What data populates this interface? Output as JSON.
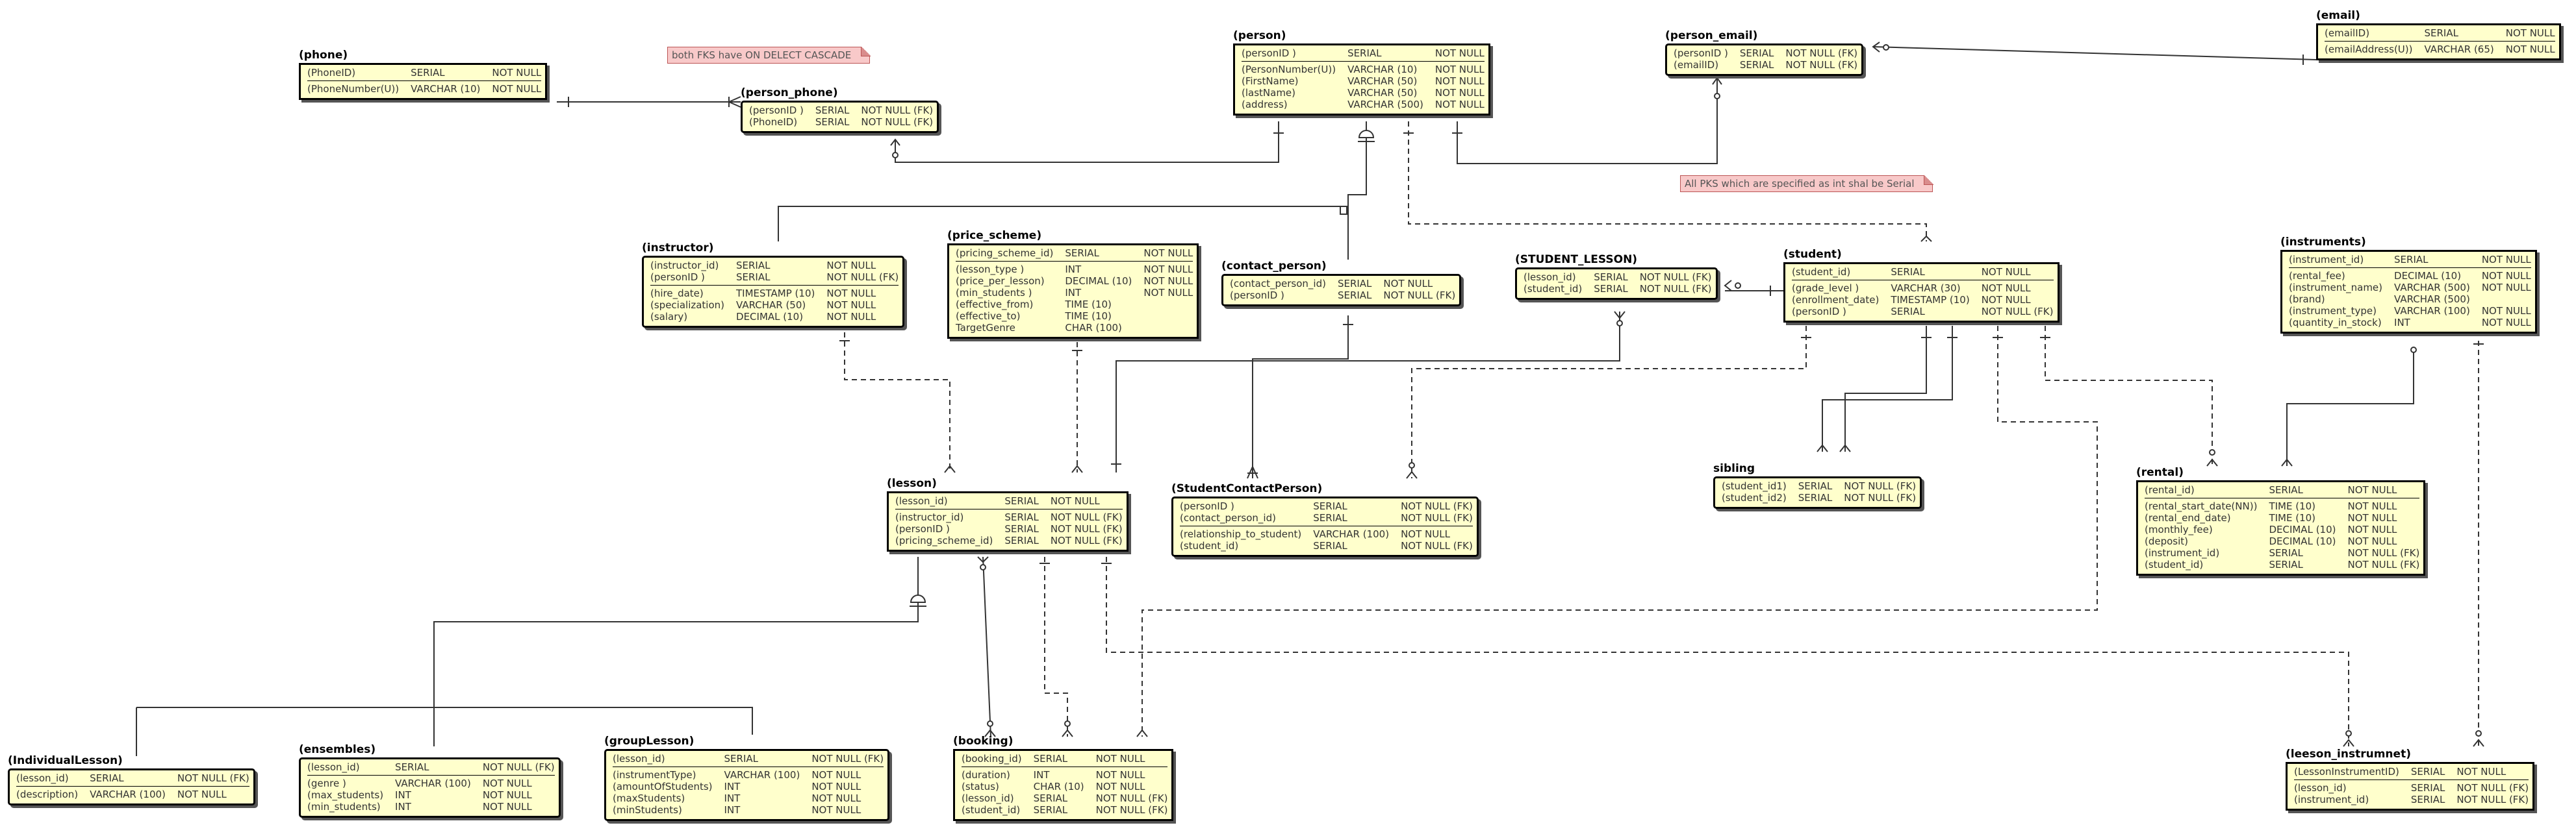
{
  "notes": {
    "cascade": "both FKS have ON DELECT CASCADE",
    "serial": "All PKS which are specified as int shal be Serial"
  },
  "entities": {
    "phone": {
      "title": "(phone)",
      "rows": [
        [
          [
            "(PhoneID)",
            "SERIAL",
            "NOT NULL"
          ]
        ],
        [
          [
            "(PhoneNumber(U))",
            "VARCHAR (10)",
            "NOT NULL"
          ]
        ]
      ]
    },
    "person_phone": {
      "title": "(person_phone)",
      "rows": [
        [
          [
            "(personID )",
            "SERIAL",
            "NOT NULL (FK)"
          ],
          [
            "(PhoneID)",
            "SERIAL",
            "NOT NULL (FK)"
          ]
        ]
      ]
    },
    "person": {
      "title": "(person)",
      "rows": [
        [
          [
            "(personID )",
            "SERIAL",
            "NOT NULL"
          ]
        ],
        [
          [
            "(PersonNumber(U))",
            "VARCHAR (10)",
            "NOT NULL"
          ],
          [
            "(FirstName)",
            "VARCHAR (50)",
            "NOT NULL"
          ],
          [
            "(lastName)",
            "VARCHAR (50)",
            "NOT NULL"
          ],
          [
            "(address)",
            "VARCHAR (500)",
            "NOT NULL"
          ]
        ]
      ]
    },
    "person_email": {
      "title": "(person_email)",
      "rows": [
        [
          [
            "(personID )",
            "SERIAL",
            "NOT NULL (FK)"
          ],
          [
            "(emailID)",
            "SERIAL",
            "NOT NULL (FK)"
          ]
        ]
      ]
    },
    "email": {
      "title": "(email)",
      "rows": [
        [
          [
            "(emailID)",
            "SERIAL",
            "NOT NULL"
          ]
        ],
        [
          [
            "(emailAddress(U))",
            "VARCHAR (65)",
            "NOT NULL"
          ]
        ]
      ]
    },
    "instructor": {
      "title": "(instructor)",
      "rows": [
        [
          [
            "(instructor_id)",
            "SERIAL",
            "NOT NULL"
          ],
          [
            "(personID )",
            "SERIAL",
            "NOT NULL (FK)"
          ]
        ],
        [
          [
            "(hire_date)",
            "TIMESTAMP (10)",
            "NOT NULL"
          ],
          [
            "(specialization)",
            "VARCHAR (50)",
            "NOT NULL"
          ],
          [
            "(salary)",
            "DECIMAL (10)",
            "NOT NULL"
          ]
        ]
      ]
    },
    "price_scheme": {
      "title": "(price_scheme)",
      "rows": [
        [
          [
            "(pricing_scheme_id)",
            "SERIAL",
            "NOT NULL"
          ]
        ],
        [
          [
            "(lesson_type )",
            "INT",
            "NOT NULL"
          ],
          [
            "(price_per_lesson)",
            "DECIMAL (10)",
            "NOT NULL"
          ],
          [
            "(min_students )",
            "INT",
            "NOT NULL"
          ],
          [
            "(effective_from)",
            "TIME (10)",
            ""
          ],
          [
            "(effective_to)",
            "TIME (10)",
            ""
          ],
          [
            "TargetGenre",
            "CHAR (100)",
            ""
          ]
        ]
      ]
    },
    "contact_person": {
      "title": "(contact_person)",
      "rows": [
        [
          [
            "(contact_person_id)",
            "SERIAL",
            "NOT NULL"
          ],
          [
            "(personID )",
            "SERIAL",
            "NOT NULL (FK)"
          ]
        ]
      ]
    },
    "student_lesson": {
      "title": "(STUDENT_LESSON)",
      "rows": [
        [
          [
            "(lesson_id)",
            "SERIAL",
            "NOT NULL (FK)"
          ],
          [
            "(student_id)",
            "SERIAL",
            "NOT NULL (FK)"
          ]
        ]
      ]
    },
    "student": {
      "title": "(student)",
      "rows": [
        [
          [
            "(student_id)",
            "SERIAL",
            "NOT NULL"
          ]
        ],
        [
          [
            "(grade_level )",
            "VARCHAR (30)",
            "NOT NULL"
          ],
          [
            "(enrollment_date)",
            "TIMESTAMP (10)",
            "NOT NULL"
          ],
          [
            "(personID )",
            "SERIAL",
            "NOT NULL (FK)"
          ]
        ]
      ]
    },
    "instruments": {
      "title": "(instruments)",
      "rows": [
        [
          [
            "(instrument_id)",
            "SERIAL",
            "NOT NULL"
          ]
        ],
        [
          [
            "(rental_fee)",
            "DECIMAL (10)",
            "NOT NULL"
          ],
          [
            "(instrument_name)",
            "VARCHAR (500)",
            "NOT NULL"
          ],
          [
            "(brand)",
            "VARCHAR (500)",
            ""
          ],
          [
            "(instrument_type)",
            "VARCHAR (100)",
            "NOT NULL"
          ],
          [
            "(quantity_in_stock)",
            "INT",
            "NOT NULL"
          ]
        ]
      ]
    },
    "lesson": {
      "title": "(lesson)",
      "rows": [
        [
          [
            "(lesson_id)",
            "SERIAL",
            "NOT NULL"
          ]
        ],
        [
          [
            "(instructor_id)",
            "SERIAL",
            "NOT NULL (FK)"
          ],
          [
            "(personID )",
            "SERIAL",
            "NOT NULL (FK)"
          ],
          [
            "(pricing_scheme_id)",
            "SERIAL",
            "NOT NULL (FK)"
          ]
        ]
      ]
    },
    "student_contact_person": {
      "title": "(StudentContactPerson)",
      "rows": [
        [
          [
            "(personID )",
            "SERIAL",
            "NOT NULL (FK)"
          ],
          [
            "(contact_person_id)",
            "SERIAL",
            "NOT NULL (FK)"
          ]
        ],
        [
          [
            "(relationship_to_student)",
            "VARCHAR (100)",
            "NOT NULL"
          ],
          [
            "(student_id)",
            "SERIAL",
            "NOT NULL (FK)"
          ]
        ]
      ]
    },
    "sibling": {
      "title": "sibling",
      "rows": [
        [
          [
            "(student_id1)",
            "SERIAL",
            "NOT NULL (FK)"
          ],
          [
            "(student_id2)",
            "SERIAL",
            "NOT NULL (FK)"
          ]
        ]
      ]
    },
    "rental": {
      "title": "(rental)",
      "rows": [
        [
          [
            "(rental_id)",
            "SERIAL",
            "NOT NULL"
          ]
        ],
        [
          [
            "(rental_start_date(NN))",
            "TIME (10)",
            "NOT NULL"
          ],
          [
            "(rental_end_date)",
            "TIME (10)",
            "NOT NULL"
          ],
          [
            "(monthly_fee)",
            "DECIMAL (10)",
            "NOT NULL"
          ],
          [
            "(deposit)",
            "DECIMAL (10)",
            "NOT NULL"
          ],
          [
            "(instrument_id)",
            "SERIAL",
            "NOT NULL (FK)"
          ],
          [
            "(student_id)",
            "SERIAL",
            "NOT NULL (FK)"
          ]
        ]
      ]
    },
    "individual_lesson": {
      "title": "(IndividualLesson)",
      "rows": [
        [
          [
            "(lesson_id)",
            "SERIAL",
            "NOT NULL (FK)"
          ]
        ],
        [
          [
            "(description)",
            "VARCHAR (100)",
            "NOT NULL"
          ]
        ]
      ]
    },
    "ensembles": {
      "title": "(ensembles)",
      "rows": [
        [
          [
            "(lesson_id)",
            "SERIAL",
            "NOT NULL (FK)"
          ]
        ],
        [
          [
            "(genre )",
            "VARCHAR (100)",
            "NOT NULL"
          ],
          [
            "(max_students)",
            "INT",
            "NOT NULL"
          ],
          [
            "(min_students)",
            "INT",
            "NOT NULL"
          ]
        ]
      ]
    },
    "group_lesson": {
      "title": "(groupLesson)",
      "rows": [
        [
          [
            "(lesson_id)",
            "SERIAL",
            "NOT NULL (FK)"
          ]
        ],
        [
          [
            "(instrumentType)",
            "VARCHAR (100)",
            "NOT NULL"
          ],
          [
            "(amountOfStudents)",
            "INT",
            "NOT NULL"
          ],
          [
            "(maxStudents)",
            "INT",
            "NOT NULL"
          ],
          [
            "(minStudents)",
            "INT",
            "NOT NULL"
          ]
        ]
      ]
    },
    "booking": {
      "title": "(booking)",
      "rows": [
        [
          [
            "(booking_id)",
            "SERIAL",
            "NOT NULL"
          ]
        ],
        [
          [
            "(duration)",
            "INT",
            "NOT NULL"
          ],
          [
            "(status)",
            "CHAR (10)",
            "NOT NULL"
          ],
          [
            "(lesson_id)",
            "SERIAL",
            "NOT NULL (FK)"
          ],
          [
            "(student_id)",
            "SERIAL",
            "NOT NULL (FK)"
          ]
        ]
      ]
    },
    "leeson_instrumnet": {
      "title": "(leeson_instrumnet)",
      "rows": [
        [
          [
            "(LessonInstrumentID)",
            "SERIAL",
            "NOT NULL"
          ]
        ],
        [
          [
            "(lesson_id)",
            "SERIAL",
            "NOT NULL (FK)"
          ],
          [
            "(instrument_id)",
            "SERIAL",
            "NOT NULL (FK)"
          ]
        ]
      ]
    }
  }
}
